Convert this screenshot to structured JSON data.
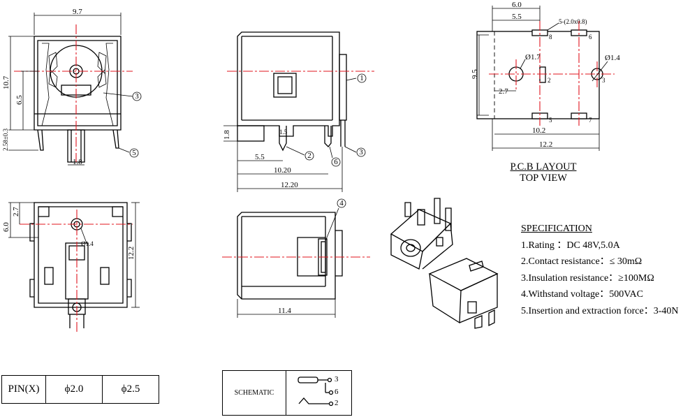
{
  "dimensions": {
    "front_width": "9.7",
    "front_height": "10.7",
    "front_center": "6.5",
    "front_bottom": "2.58±0.3",
    "front_pin": "1.8",
    "side_pin_height": "1.8",
    "side_pin_gap": "1.5",
    "side_a": "5.5",
    "side_b": "10.20",
    "side_c": "12.20",
    "bottom_a": "2.7",
    "bottom_b": "6.0",
    "bottom_hole": "Ø1.4",
    "bottom_total": "12.2",
    "top_length": "11.4",
    "pcb_60": "6.0",
    "pcb_55": "5.5",
    "pcb_pads": "5-(2.0x0.8)",
    "pcb_hole17": "Ø1.7",
    "pcb_hole14": "Ø1.4",
    "pcb_95": "9.5",
    "pcb_27": "2.7",
    "pcb_102": "10.2",
    "pcb_122": "12.2"
  },
  "callouts": {
    "c1": "1",
    "c2": "2",
    "c3": "3",
    "c4": "4",
    "c5": "5",
    "c6": "6"
  },
  "pcb_pins": {
    "p2": "2",
    "p3": "3",
    "p5": "5",
    "p6": "6",
    "p7": "7",
    "p8": "8"
  },
  "pcb_layout": {
    "title": "P.C.B LAYOUT",
    "subtitle": "TOP VIEW"
  },
  "specification": {
    "title": "SPECIFICATION",
    "items": [
      "1.Rating ：DC 48V,5.0A",
      "2.Contact resistance：≤ 30mΩ",
      "3.Insulation resistance：≥100MΩ",
      "4.Withstand voltage：500VAC",
      "5.Insertion and extraction force：3-40N"
    ]
  },
  "pin_table": {
    "header": "PIN(X)",
    "col1": "ϕ2.0",
    "col2": "ϕ2.5"
  },
  "schematic": {
    "label": "SCHEMATIC",
    "pins": [
      "3",
      "6",
      "2"
    ]
  }
}
